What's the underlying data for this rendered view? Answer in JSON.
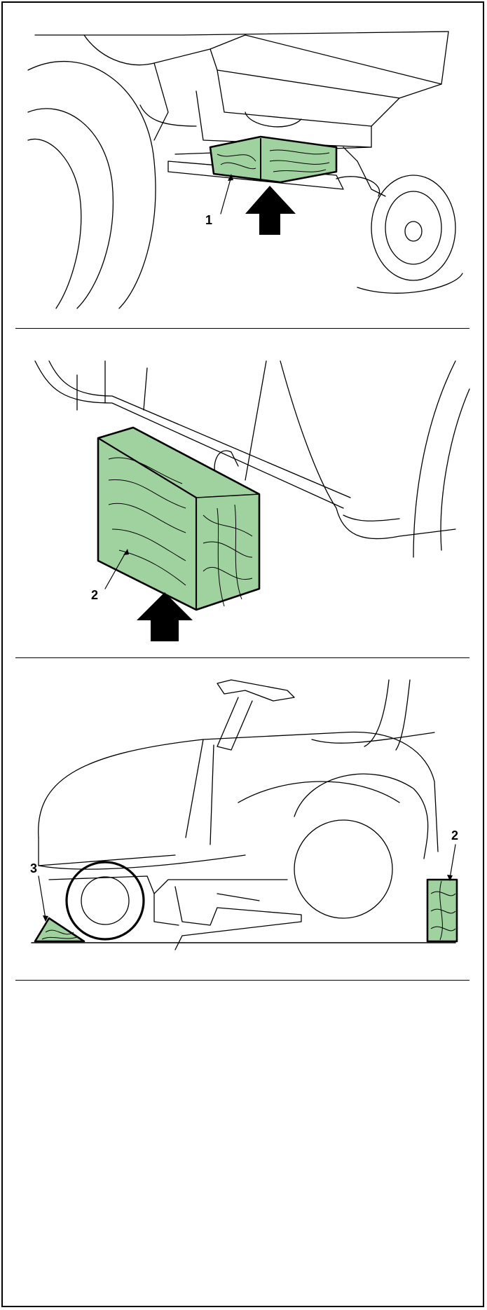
{
  "figure": {
    "accent_color": "#9fd29f",
    "panels": [
      {
        "name": "front-support",
        "callouts": [
          "1"
        ]
      },
      {
        "name": "side-support",
        "callouts": [
          "2"
        ]
      },
      {
        "name": "tractor-side",
        "callouts": [
          "3",
          "2"
        ]
      }
    ]
  }
}
